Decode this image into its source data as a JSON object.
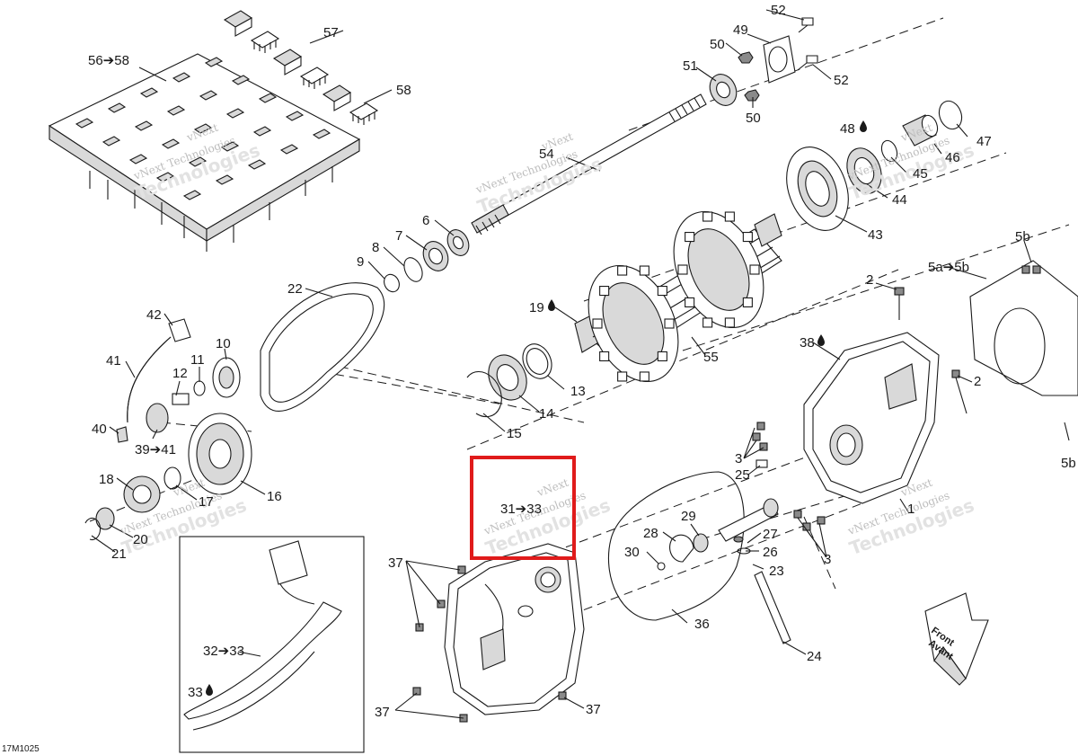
{
  "drawing_code": "17M1025",
  "highlighted_callout": "31➔33",
  "front_label": {
    "line1": "Front",
    "line2": "Avant"
  },
  "watermark": {
    "line1": "vNext",
    "line2": "vNext Technologies",
    "line3": "Technologies"
  },
  "callouts": [
    "52",
    "57",
    "49",
    "50",
    "56➔58",
    "51",
    "52",
    "58",
    "50",
    "48",
    "47",
    "54",
    "46",
    "45",
    "44",
    "43",
    "6",
    "7",
    "8",
    "5b",
    "5a➔5b",
    "9",
    "22",
    "2",
    "19",
    "42",
    "55",
    "38",
    "10",
    "41",
    "11",
    "12",
    "13",
    "2",
    "14",
    "40",
    "39➔41",
    "15",
    "3",
    "25",
    "16",
    "18",
    "17",
    "31➔33",
    "29",
    "27",
    "28",
    "20",
    "30",
    "26",
    "21",
    "1",
    "3",
    "23",
    "37",
    "36",
    "32➔33",
    "24",
    "33",
    "37",
    "37",
    "5b"
  ]
}
